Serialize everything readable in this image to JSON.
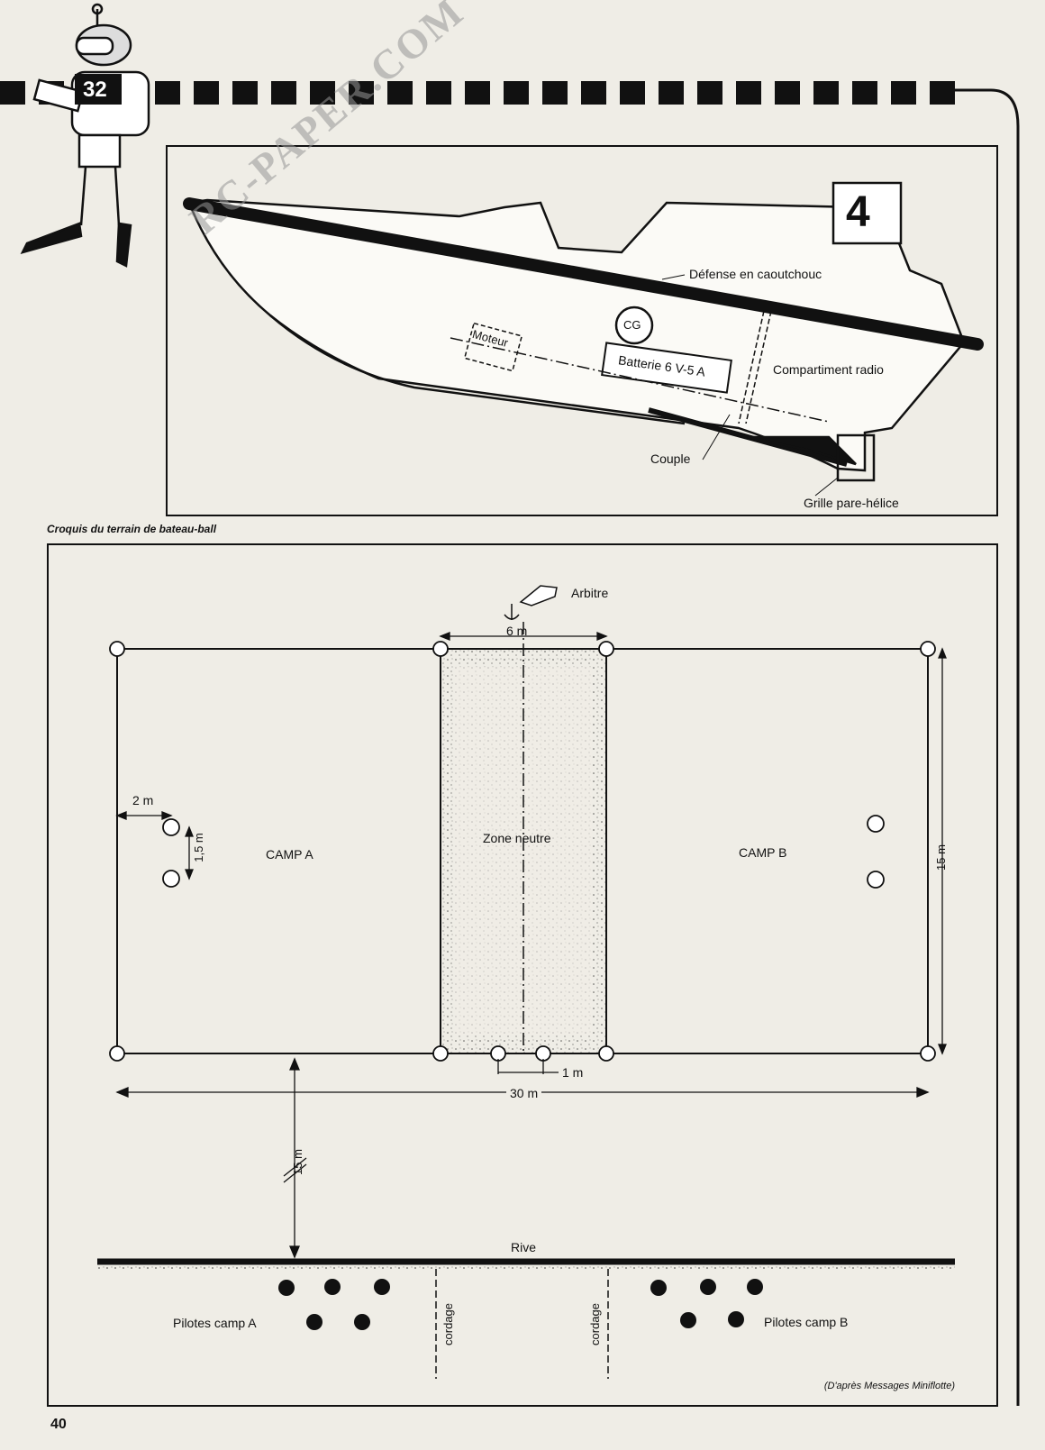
{
  "header": {
    "badge_number": "32",
    "page_number": "40"
  },
  "watermark": {
    "text": "RC-PAPER.COM"
  },
  "boat_diagram": {
    "race_number": "4",
    "labels": {
      "fender": "Défense en caoutchouc",
      "cg": "CG",
      "motor": "Moteur",
      "battery": "Batterie 6 V-5 A",
      "radio": "Compartiment radio",
      "frame": "Couple",
      "guard": "Grille pare-hélice"
    }
  },
  "field_diagram": {
    "caption": "Croquis du terrain de bateau-ball",
    "referee": "Arbitre",
    "neutral_width": "6 m",
    "neutral_zone": "Zone neutre",
    "camp_a": "CAMP  A",
    "camp_b": "CAMP  B",
    "dim_2m": "2 m",
    "dim_15m_goal": "1,5 m",
    "dim_15m_side": "15 m",
    "dim_1m": "1 m",
    "dim_30m": "30 m",
    "dim_15m_shore": "15 m",
    "shore": "Rive",
    "pilots_a": "Pilotes camp A",
    "pilots_b": "Pilotes camp B",
    "rope_1": "cordage",
    "rope_2": "cordage",
    "credit": "(D'après Messages Miniflotte)"
  },
  "colors": {
    "paper": "#efede6",
    "ink": "#111111",
    "watermark": "#969696"
  }
}
